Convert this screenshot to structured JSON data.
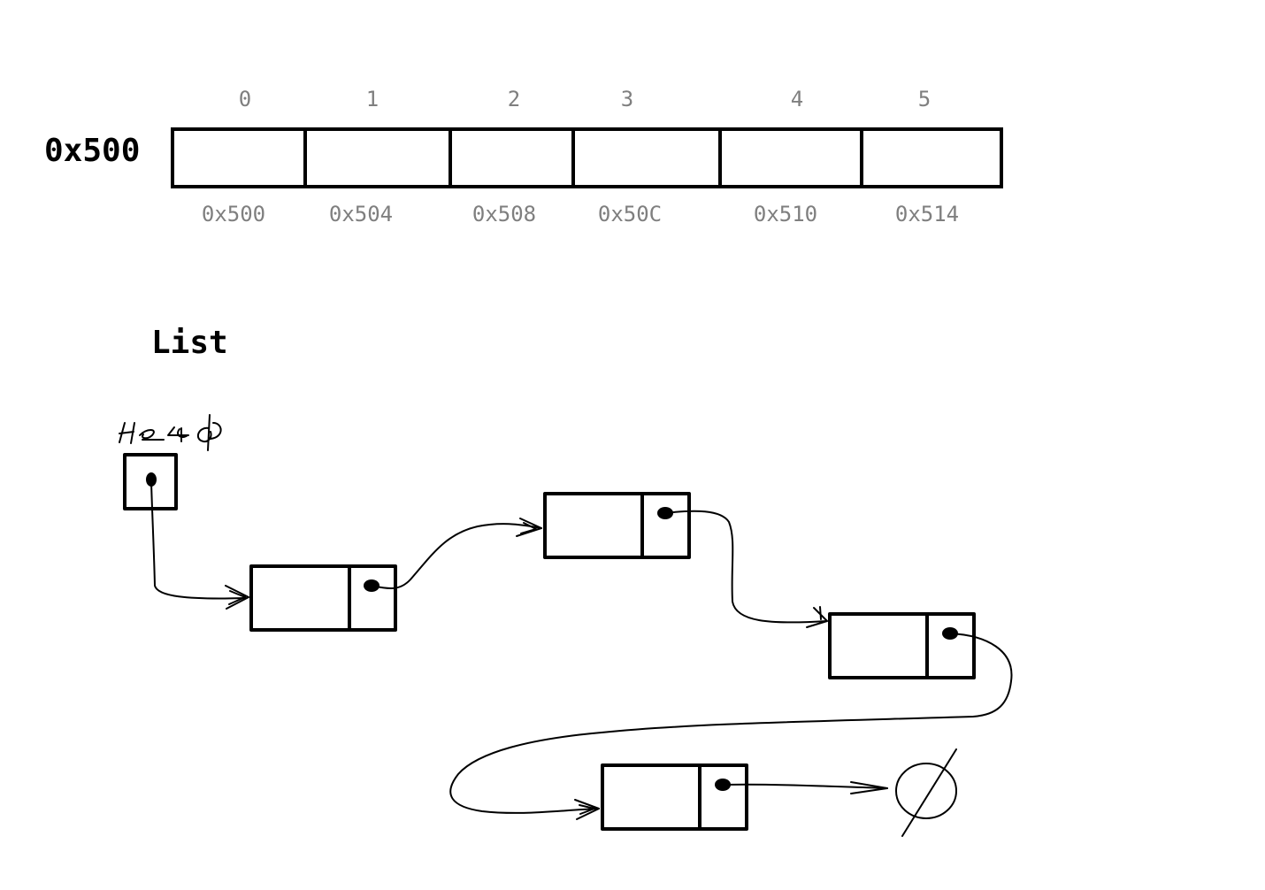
{
  "array": {
    "base_label": "0x500",
    "indices": [
      "0",
      "1",
      "2",
      "3",
      "4",
      "5"
    ],
    "addresses": [
      "0x500",
      "0x504",
      "0x508",
      "0x50C",
      "0x510",
      "0x514"
    ]
  },
  "list": {
    "title": "List",
    "head_label": "Head",
    "node_count": 4,
    "terminator": "null-symbol"
  },
  "colors": {
    "ink": "#000000",
    "label_gray": "#7f7f7f",
    "background": "#ffffff"
  }
}
